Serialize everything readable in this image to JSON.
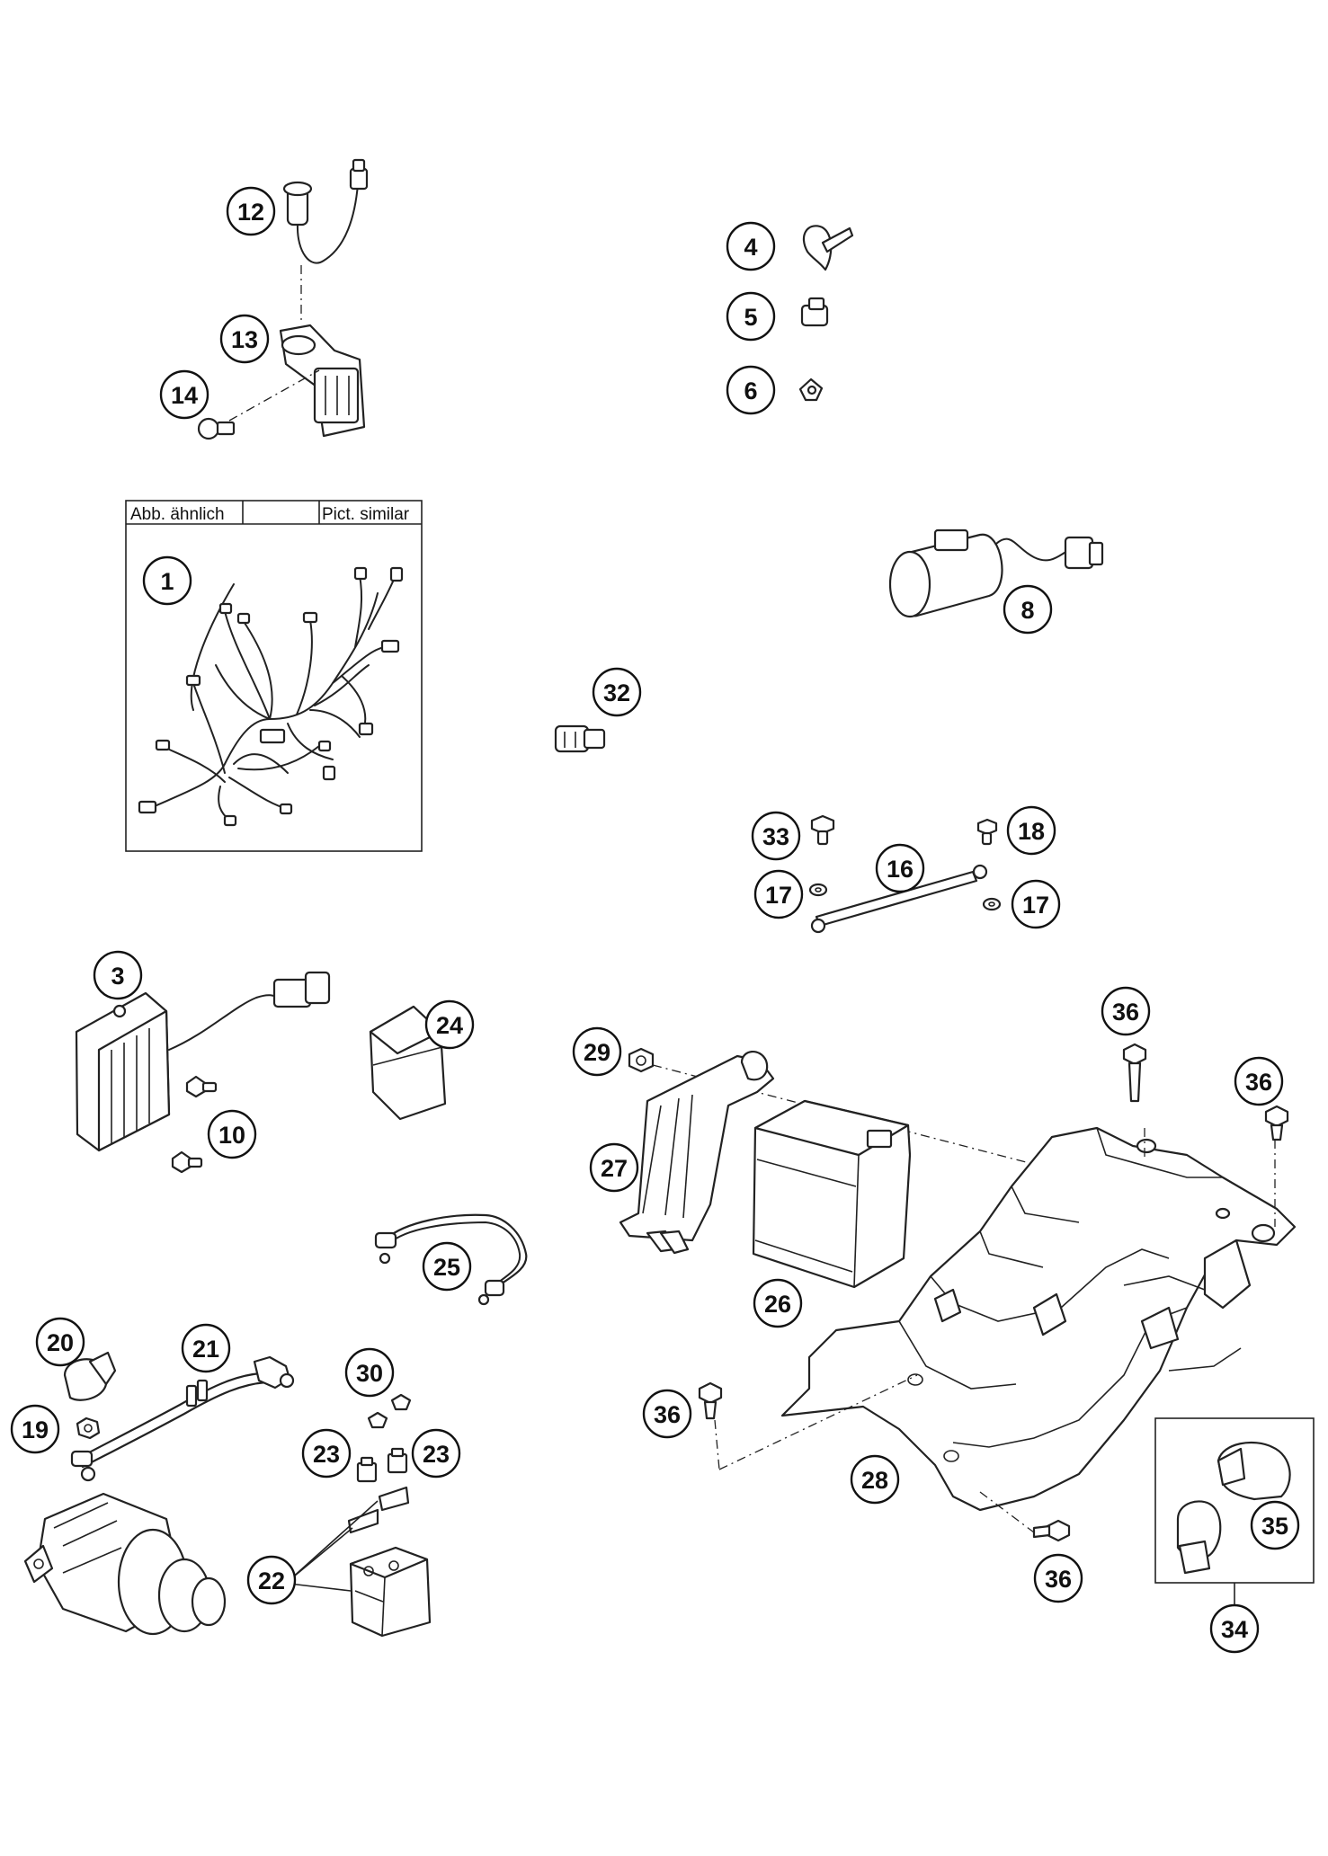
{
  "diagram": {
    "inset_labels": {
      "left": "Abb. ähnlich",
      "right": "Pict. similar"
    },
    "callouts": [
      "1",
      "3",
      "4",
      "5",
      "6",
      "8",
      "10",
      "12",
      "13",
      "14",
      "16",
      "17",
      "17",
      "18",
      "19",
      "20",
      "21",
      "22",
      "23",
      "23",
      "24",
      "25",
      "26",
      "27",
      "28",
      "29",
      "30",
      "32",
      "33",
      "34",
      "35",
      "36",
      "36",
      "36",
      "36"
    ]
  }
}
